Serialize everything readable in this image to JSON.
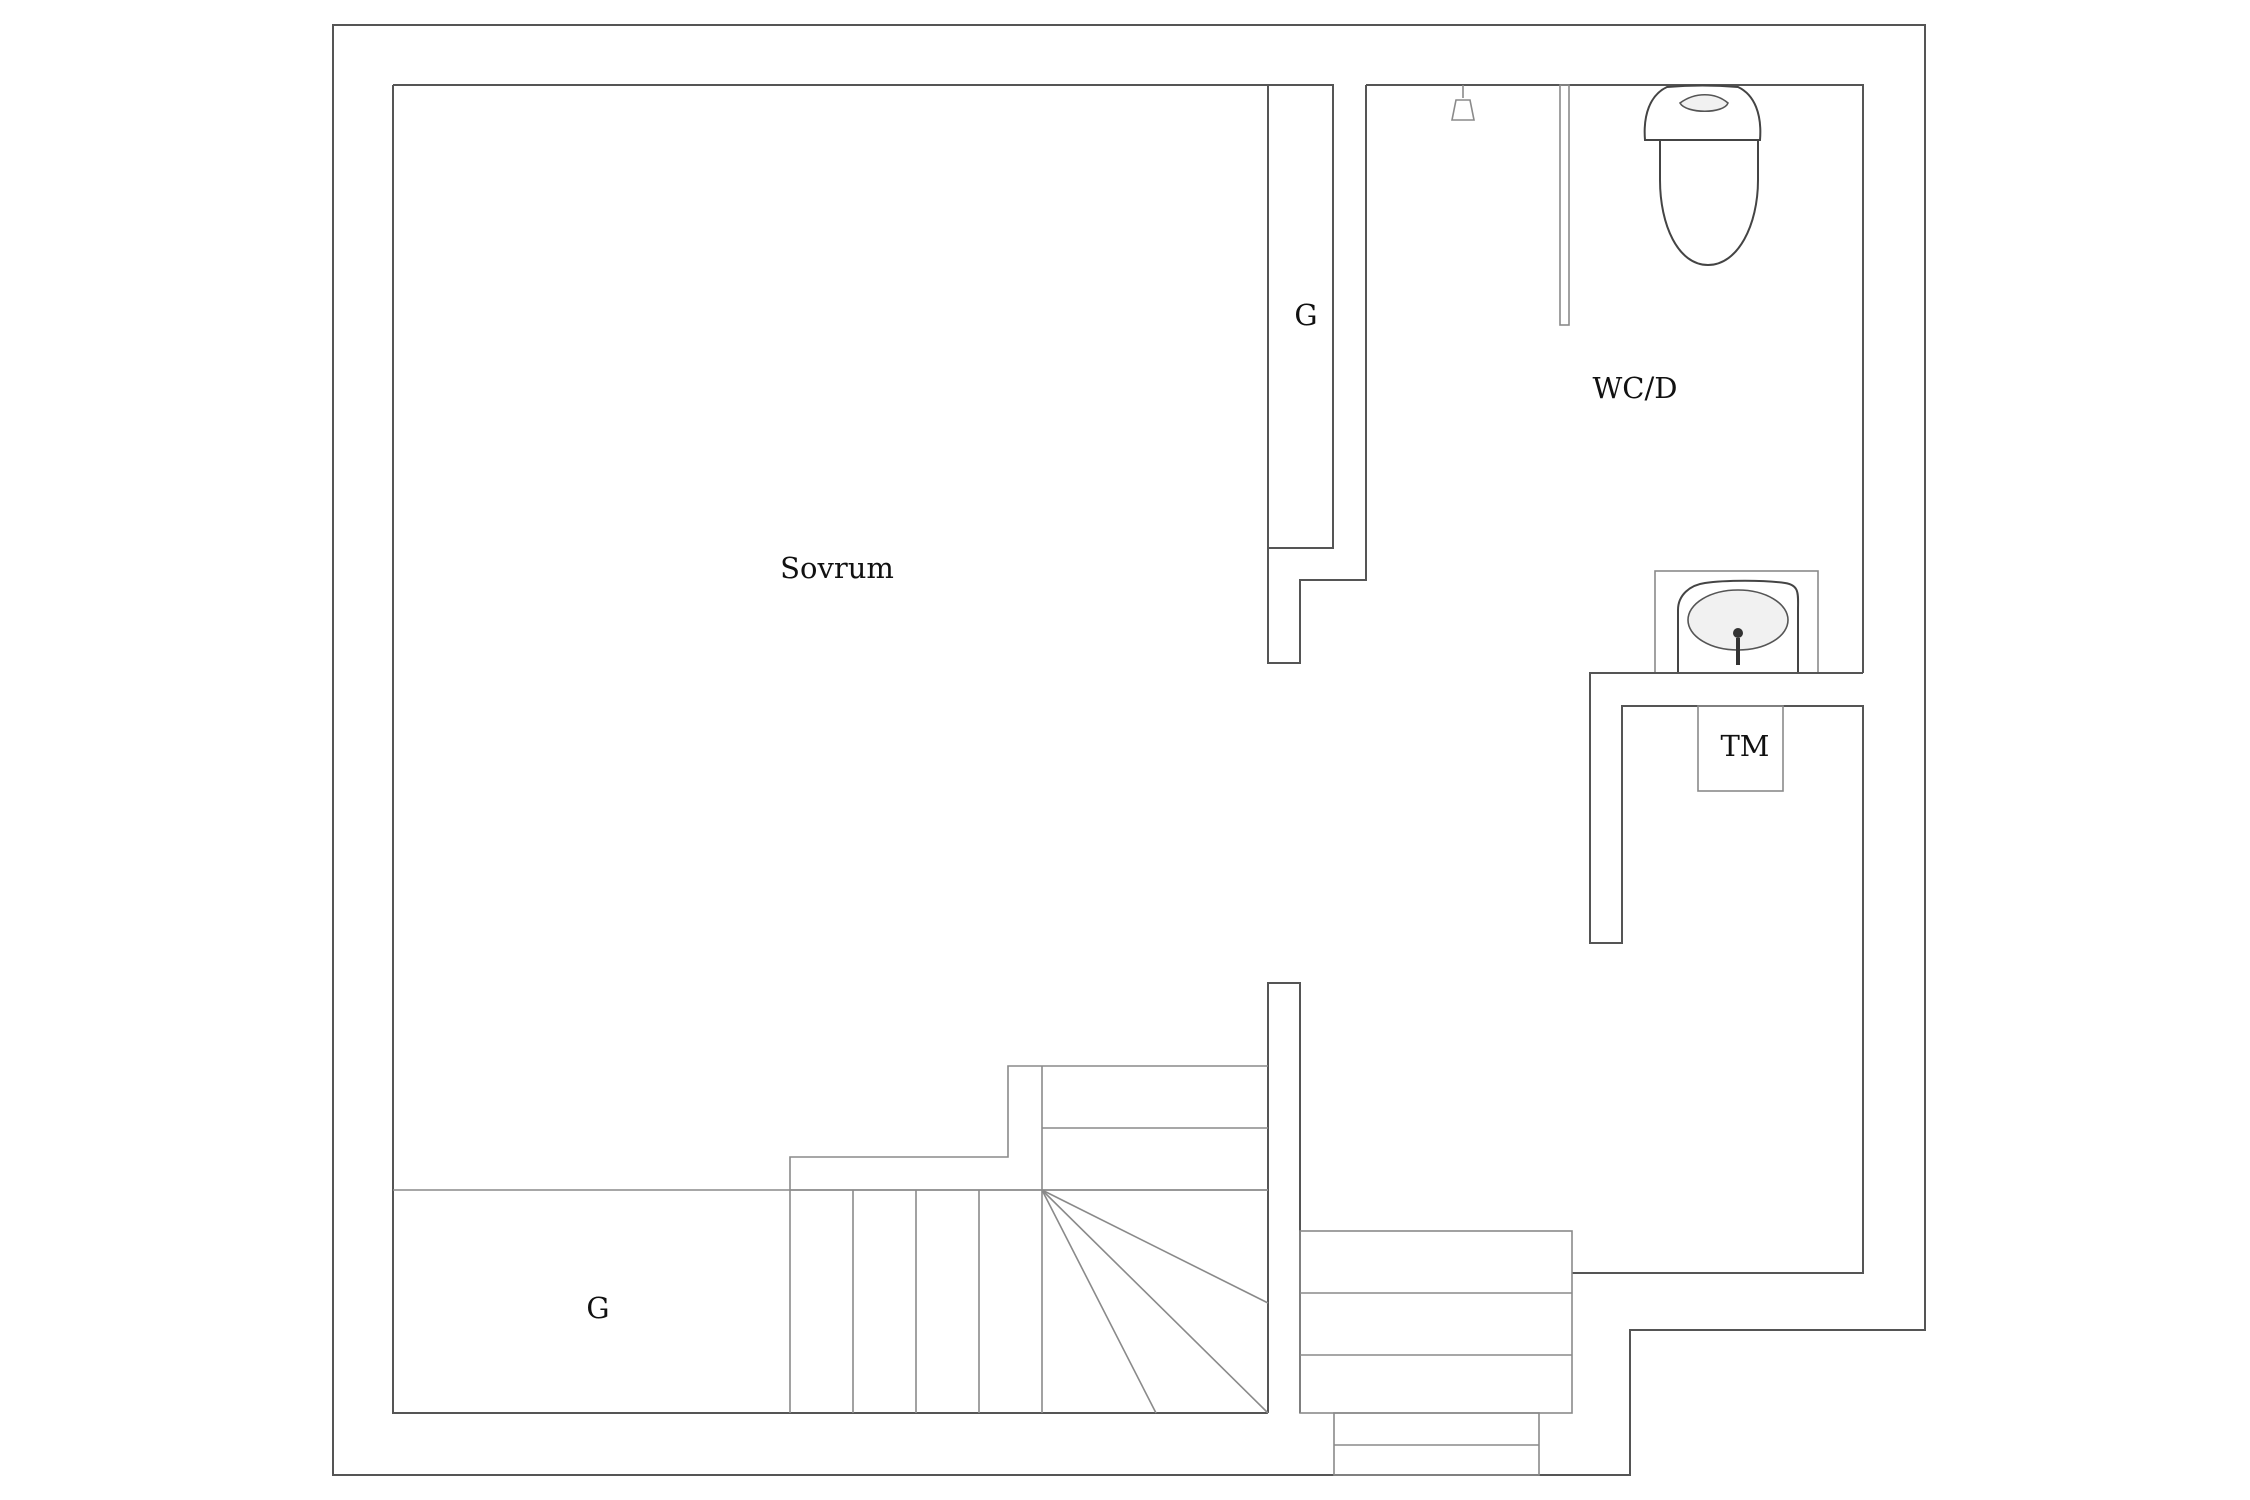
{
  "rooms": {
    "sovrum": "Sovrum",
    "wc_d": "WC/D",
    "closet_upper": "G",
    "closet_lower": "G",
    "tm": "TM"
  },
  "colors": {
    "wall": "#555555",
    "line": "#8a8a8a",
    "text": "#111111",
    "background": "#ffffff"
  }
}
